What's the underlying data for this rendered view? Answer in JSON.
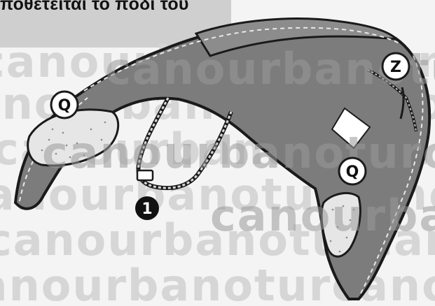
{
  "caption": {
    "text": "ποθετείται το πόδι του"
  },
  "watermark": {
    "text": "canourbanoturcanourbanotu"
  },
  "markers": {
    "q_left": "Q",
    "q_right": "Q",
    "z": "Z",
    "one": "1"
  },
  "colors": {
    "body": "#7c7c7c",
    "outline": "#1a1a1a",
    "pad": "#e6e6e6",
    "background": "#f4f4f4",
    "marker_fill": "#ffffff",
    "number_fill": "#111111"
  }
}
